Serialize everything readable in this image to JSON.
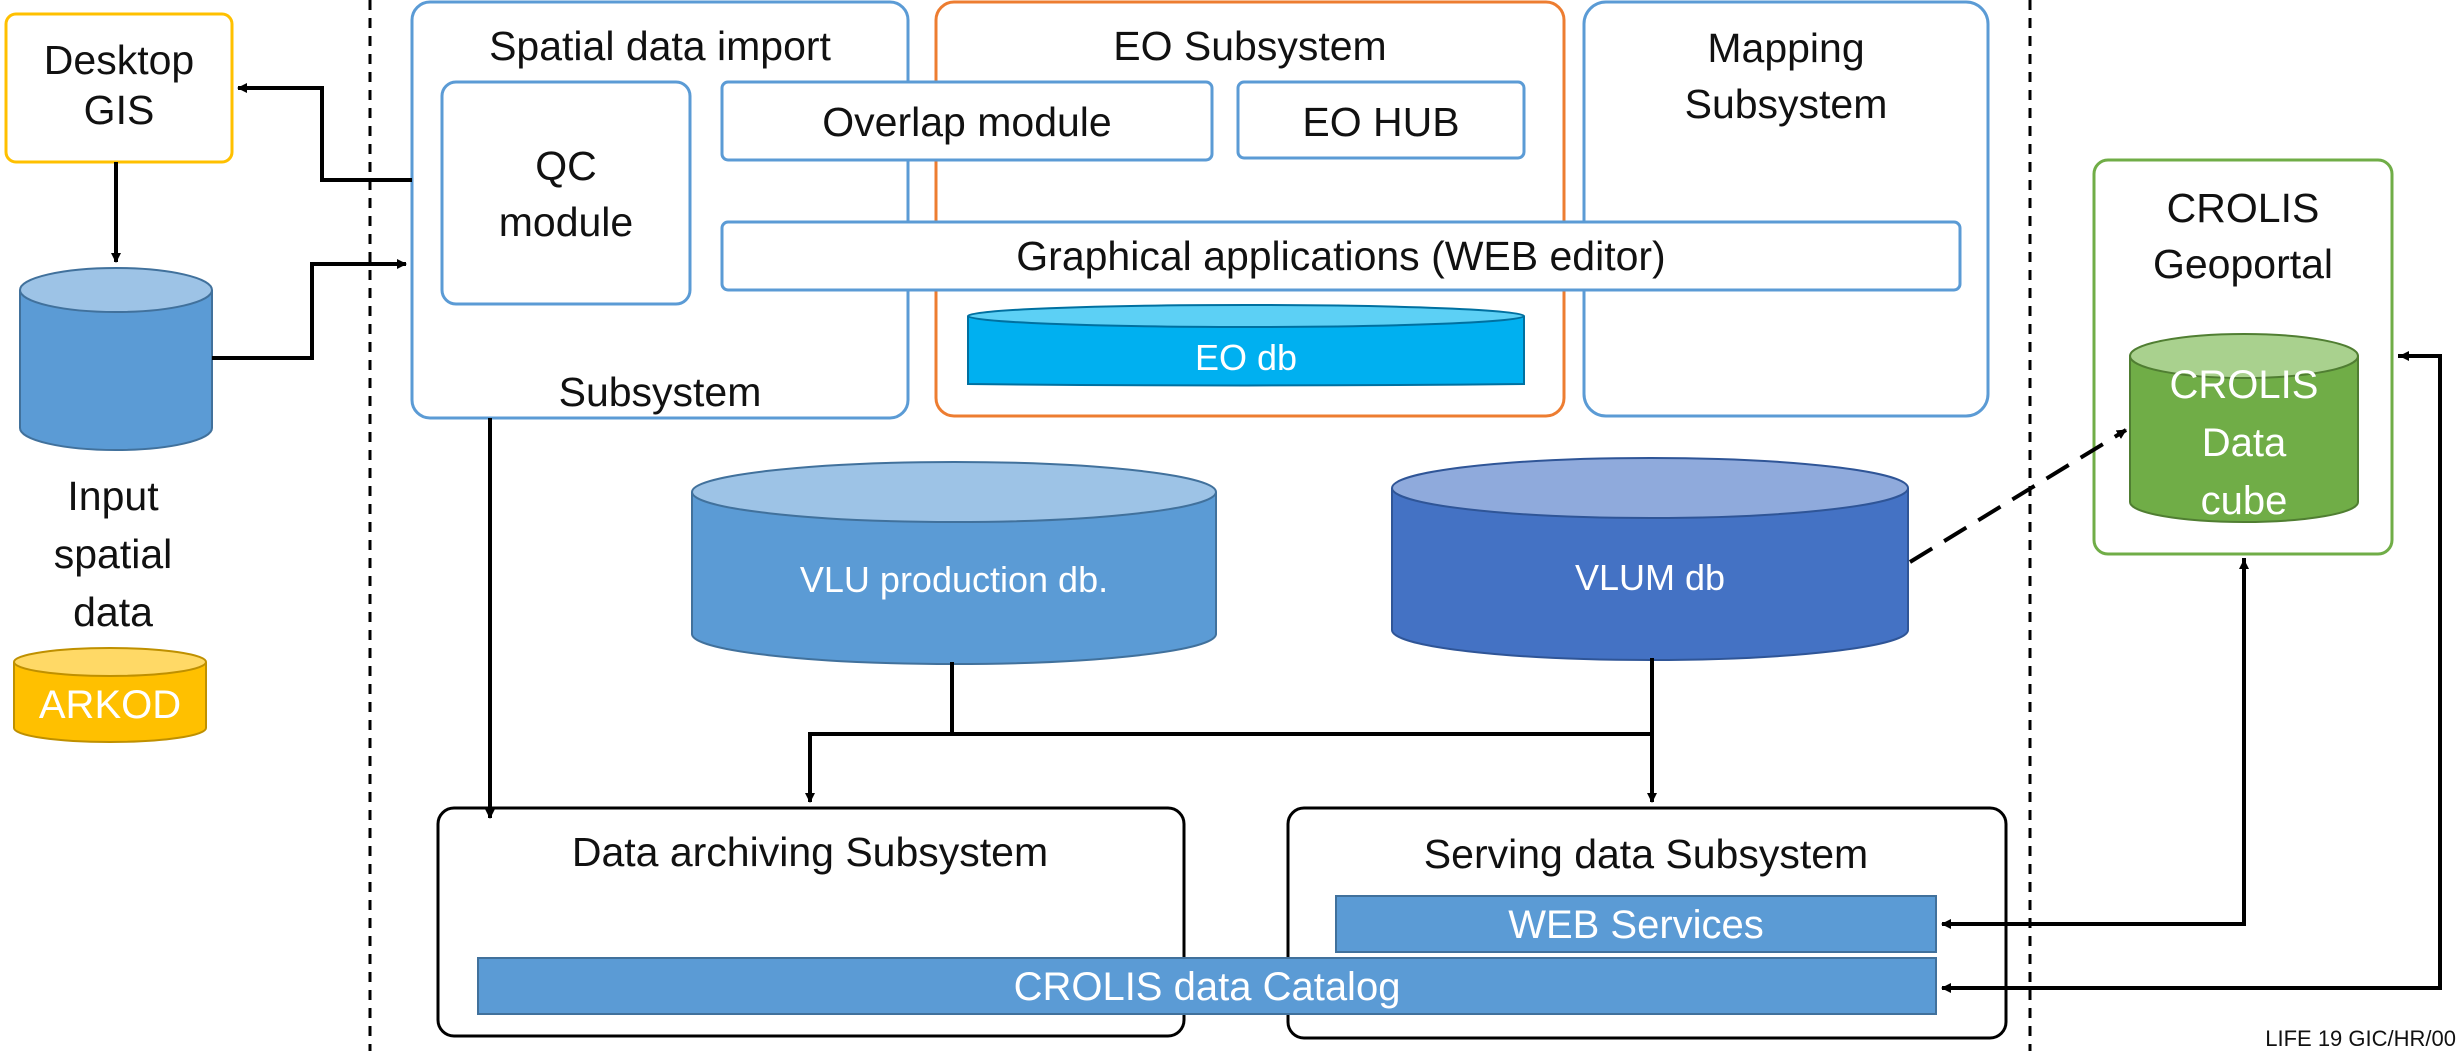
{
  "desktop_gis": {
    "line1": "Desktop",
    "line2": "GIS"
  },
  "input_spatial_data": {
    "line1": "Input",
    "line2": "spatial",
    "line3": "data"
  },
  "arkod": "ARKOD",
  "spatial_import": {
    "title": "Spatial data import",
    "footer": "Subsystem"
  },
  "qc_module": {
    "line1": "QC",
    "line2": "module"
  },
  "eo_subsystem": {
    "title": "EO Subsystem"
  },
  "overlap_module": "Overlap module",
  "eo_hub": "EO HUB",
  "mapping_subsystem": {
    "line1": "Mapping",
    "line2": "Subsystem"
  },
  "graphical_apps": "Graphical applications (WEB editor)",
  "eo_db": "EO db",
  "vlu_production_db": "VLU production db.",
  "vlum_db": "VLUM db",
  "crolis_geoportal": {
    "line1": "CROLIS",
    "line2": "Geoportal"
  },
  "crolis_data_cube": {
    "line1": "CROLIS",
    "line2": "Data",
    "line3": "cube"
  },
  "data_archiving": "Data archiving Subsystem",
  "serving_data": "Serving data Subsystem",
  "web_services": "WEB Services",
  "crolis_catalog": "CROLIS data Catalog",
  "footer_code": "LIFE 19 GIC/HR/00",
  "colors": {
    "desktop_gis_border": "#FFC000",
    "blue_outline": "#5B9BD5",
    "eo_outline": "#ED7D31",
    "geoportal_outline": "#70AD47",
    "db_blue": "#5B9BD5",
    "db_blue_dark": "#4472C4",
    "db_cyan": "#00B0F0",
    "db_green": "#70AD47",
    "db_yellow": "#FFC000",
    "bar_blue": "#5B9BD5"
  }
}
